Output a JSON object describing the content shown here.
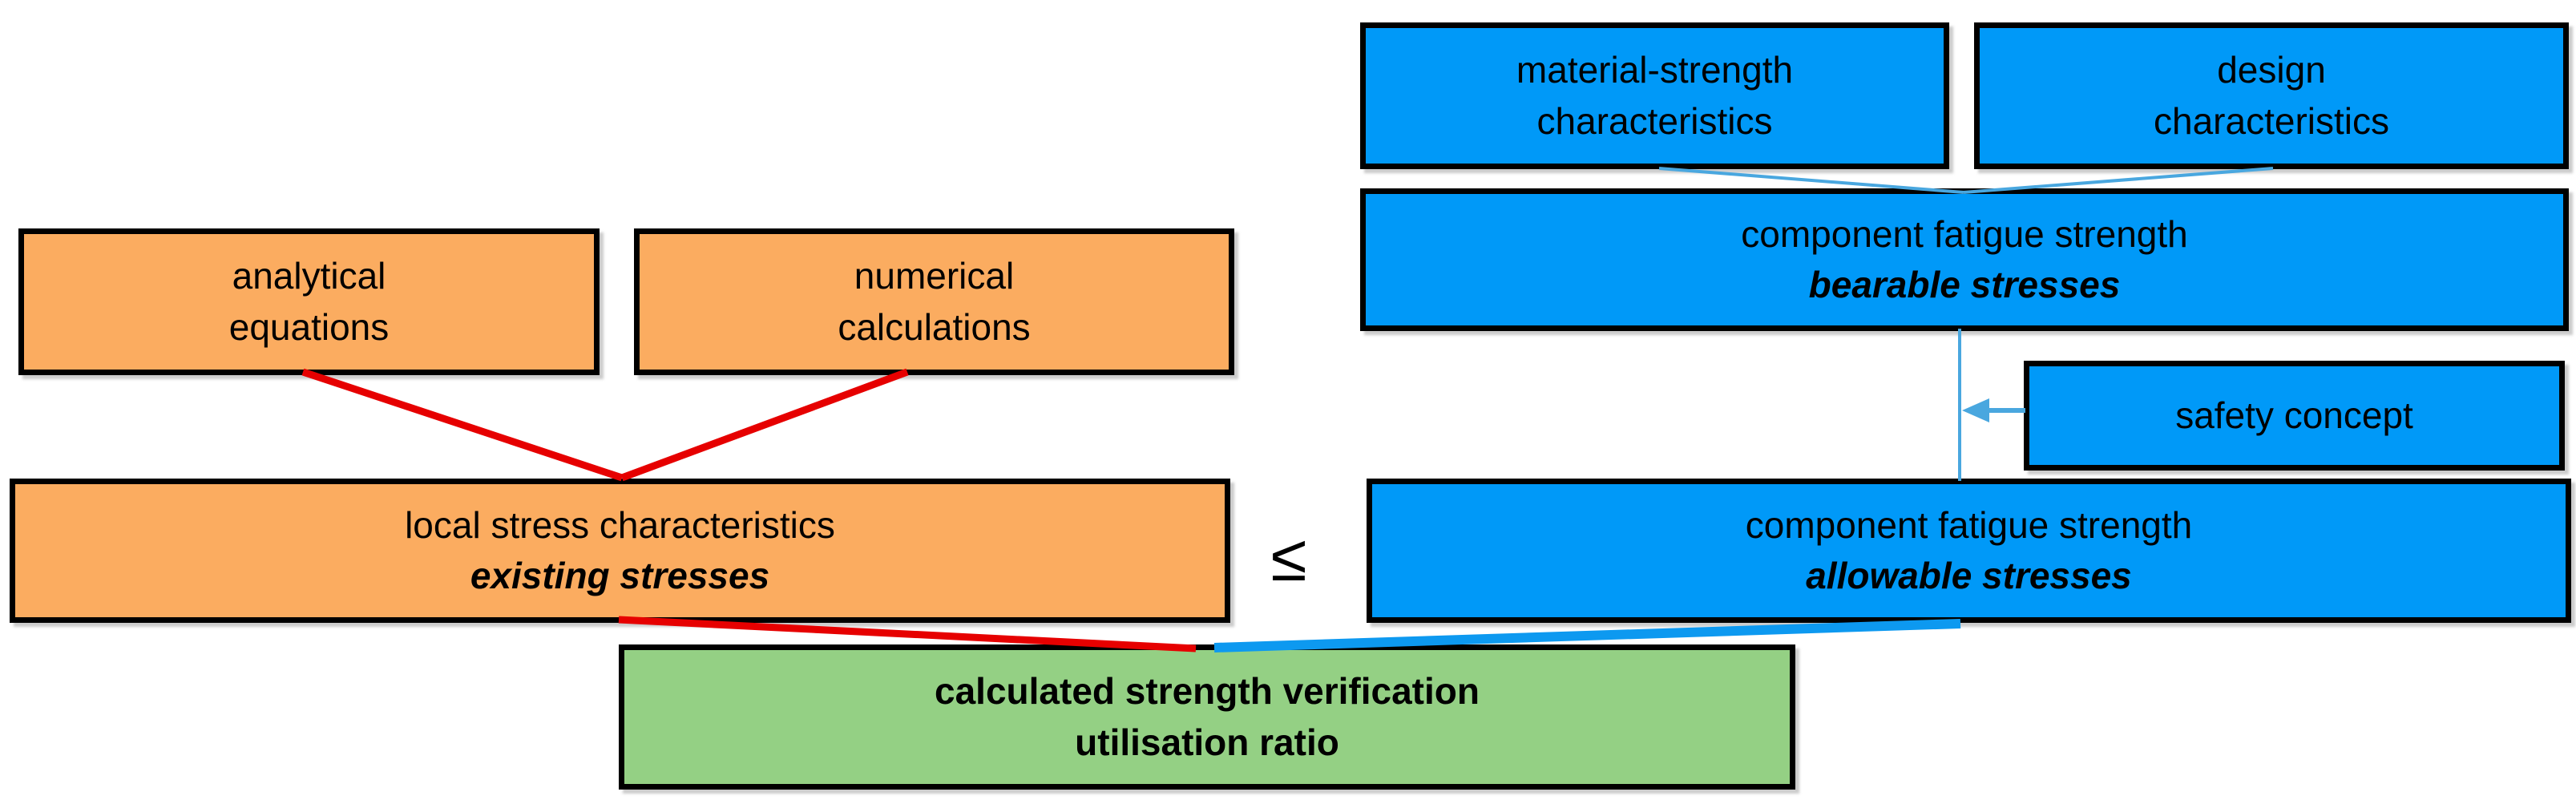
{
  "colors": {
    "box_blue": "#0099F8",
    "box_orange": "#FBAC60",
    "box_green": "#94D084",
    "box_border": "#000000",
    "text": "#000000",
    "red_connector": "#E60000",
    "blue_connector_thin": "#49A7DF",
    "blue_connector_thick": "#0D99F0"
  },
  "boxes": {
    "material": {
      "line1": "material-strength",
      "line2": "characteristics"
    },
    "design": {
      "line1": "design",
      "line2": "characteristics"
    },
    "bearable": {
      "line1": "component fatigue strength",
      "line2": "bearable stresses"
    },
    "safety": {
      "label": "safety concept"
    },
    "analytical": {
      "line1": "analytical",
      "line2": "equations"
    },
    "numerical": {
      "line1": "numerical",
      "line2": "calculations"
    },
    "existing": {
      "line1": "local stress characteristics",
      "line2": "existing stresses"
    },
    "allowable": {
      "line1": "component fatigue strength",
      "line2": "allowable stresses"
    },
    "verification": {
      "line1": "calculated strength verification",
      "line2": "utilisation ratio"
    }
  },
  "relation": {
    "symbol": "≤"
  }
}
